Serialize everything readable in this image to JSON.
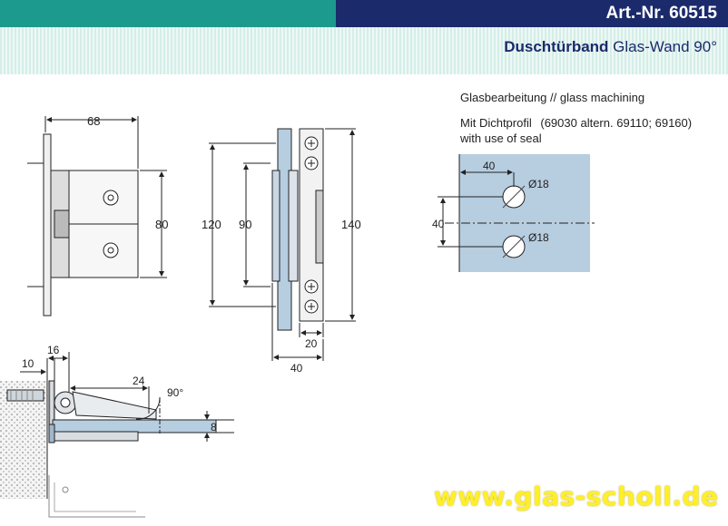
{
  "header": {
    "article_number": "Art.-Nr. 60515",
    "product_name": "Duschtürband",
    "product_variant": "Glas-Wand 90°"
  },
  "notes": {
    "glass_machining": "Glasbearbeitung // glass machining",
    "seal_line1_de": "Mit Dichtprofil",
    "seal_alternatives": "(69030 altern. 69110; 69160)",
    "seal_line2_en": "with use of seal"
  },
  "dimensions": {
    "front_width": "68",
    "front_height": "80",
    "side_outer_height": "120",
    "side_inner_height": "90",
    "side_plate_height": "140",
    "side_depth_inner": "20",
    "side_depth_outer": "40",
    "glass_offset_x": "40",
    "glass_offset_y": "40",
    "hole_top": "Ø18",
    "hole_bottom": "Ø18",
    "top_view_10": "10",
    "top_view_16": "16",
    "top_view_24": "24",
    "top_view_angle": "90°",
    "top_view_thickness": "8"
  },
  "colors": {
    "teal": "#1d9a8e",
    "navy": "#1b2a6b",
    "glass": "#b7cde0",
    "website": "#ffef2a"
  },
  "footer": {
    "website": "www.glas-scholl.de"
  }
}
